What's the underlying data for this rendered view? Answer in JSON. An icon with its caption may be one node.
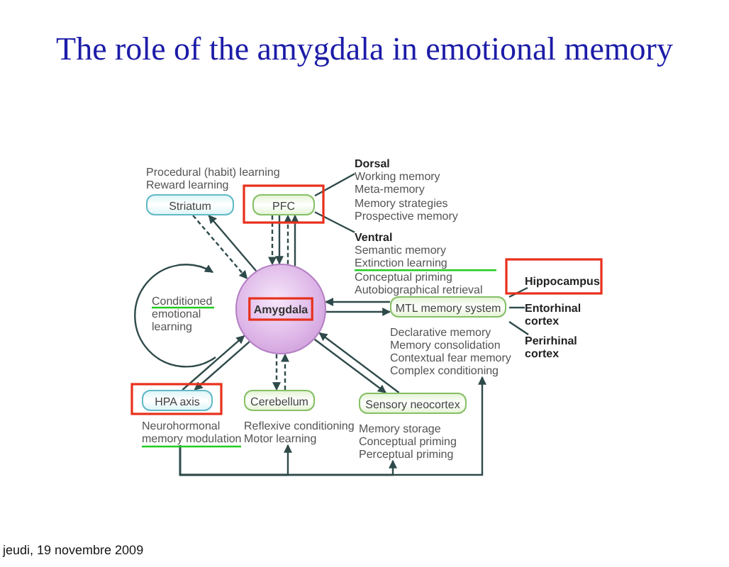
{
  "diagram": {
    "title": "The role of the amygdala in emotional memory",
    "nodes": [
      {
        "text": [
          "Striatum"
        ],
        "beside": [
          "Procedural (habit) learning",
          "Reward learning"
        ]
      },
      {
        "text": [
          "PFC"
        ]
      },
      {
        "text": [
          "Dorsal",
          "Working memory",
          "Meta-memory",
          "Memory strategies",
          "Prospective memory"
        ]
      },
      {
        "text": [
          "Ventral",
          "Semantic memory",
          "Extinction learning",
          "Conceptual priming",
          "Autobiographical retrieval"
        ]
      },
      {
        "text": [
          "Amygdala"
        ]
      },
      {
        "text": [
          "MTL memory system"
        ],
        "beside": [
          "Declarative memory",
          "Memory consolidation",
          "Contextual fear memory",
          "Complex conditioning"
        ]
      },
      {
        "text": [
          "Hippocampus"
        ]
      },
      {
        "text": [
          "Entorhinal cortex"
        ]
      },
      {
        "text": [
          "Perirhinal cortex"
        ]
      },
      {
        "text": [
          "HPA axis"
        ],
        "beside": [
          "Neurohormonal",
          "memory modulation"
        ]
      },
      {
        "text": [
          "Cerebellum"
        ],
        "beside": [
          "Reflexive conditioning",
          "Motor learning"
        ]
      },
      {
        "text": [
          "Sensory neocortex"
        ],
        "beside": [
          "Memory storage",
          "Conceptual priming",
          "Perceptual priming"
        ]
      }
    ],
    "edges": [
      {
        "from": 0,
        "to": 4,
        "arrow": "to",
        "style": "dashed"
      },
      {
        "from": 4,
        "to": 0,
        "arrow": "to"
      },
      {
        "from": 1,
        "to": 4,
        "arrow": "to",
        "style": "dashed"
      },
      {
        "from": 1,
        "to": 4,
        "arrow": "to"
      },
      {
        "from": 4,
        "to": 1,
        "arrow": "to",
        "style": "dashed"
      },
      {
        "from": 4,
        "to": 1,
        "arrow": "to"
      },
      {
        "from": 1,
        "to": 2,
        "arrow": "none"
      },
      {
        "from": 1,
        "to": 3,
        "arrow": "none"
      },
      {
        "from": 5,
        "to": 4,
        "arrow": "to"
      },
      {
        "from": 4,
        "to": 5,
        "arrow": "to"
      },
      {
        "from": 5,
        "to": 6,
        "arrow": "none"
      },
      {
        "from": 5,
        "to": 7,
        "arrow": "none"
      },
      {
        "from": 5,
        "to": 8,
        "arrow": "none"
      },
      {
        "from": 4,
        "to": 9,
        "arrow": "to"
      },
      {
        "from": 9,
        "to": 4,
        "arrow": "to"
      },
      {
        "from": 4,
        "to": 10,
        "arrow": "to",
        "style": "dashed"
      },
      {
        "from": 10,
        "to": 4,
        "arrow": "to",
        "style": "dashed"
      },
      {
        "from": 4,
        "to": 11,
        "arrow": "to"
      },
      {
        "from": 11,
        "to": 4,
        "arrow": "to"
      },
      {
        "from": 9,
        "to": 10,
        "arrow": "to"
      },
      {
        "from": 9,
        "to": 11,
        "arrow": "to"
      },
      {
        "from": 9,
        "to": 5,
        "arrow": "to"
      }
    ],
    "labels": [
      "Conditioned emotional learning",
      "jeudi, 19 novembre 2009"
    ]
  }
}
